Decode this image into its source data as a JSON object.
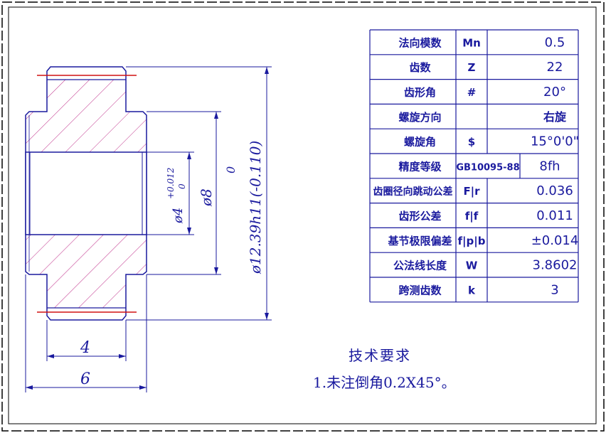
{
  "drawing": {
    "dimensions": {
      "width_small": "4",
      "width_total": "6",
      "bore": "ø4",
      "bore_upper_tol": "+0.012",
      "bore_lower_tol": "0",
      "hub": "ø8",
      "outer_main": "ø12.39h11(-0.110)",
      "outer_top": "0"
    },
    "tech_requirements": {
      "title": "技术要求",
      "line1": "1.未注倒角0.2X45°。"
    }
  },
  "params_table": {
    "rows": [
      {
        "label": "法向模数",
        "symbol": "Mn",
        "value": "0.5"
      },
      {
        "label": "齿数",
        "symbol": "Z",
        "value": "22"
      },
      {
        "label": "齿形角",
        "symbol": "#",
        "value": "20°"
      },
      {
        "label": "螺旋方向",
        "symbol": "",
        "value": "右旋"
      },
      {
        "label": "螺旋角",
        "symbol": "$",
        "value": "15°0'0\""
      },
      {
        "label": "精度等级",
        "symbol": "GB10095-88",
        "value": "8fh"
      },
      {
        "label": "齿圈径向跳动公差",
        "symbol": "F|r",
        "value": "0.036"
      },
      {
        "label": "齿形公差",
        "symbol": "f|f",
        "value": "0.011"
      },
      {
        "label": "基节极限偏差",
        "symbol": "f|p|b",
        "value": "±0.014"
      },
      {
        "label": "公法线长度",
        "symbol": "W",
        "value": "3.8602"
      },
      {
        "label": "跨测齿数",
        "symbol": "k",
        "value": "3"
      }
    ]
  },
  "colors": {
    "outline": "#1a1a9e",
    "hatch": "#c0308a",
    "centerline": "#d01010",
    "frame": "#000000"
  }
}
